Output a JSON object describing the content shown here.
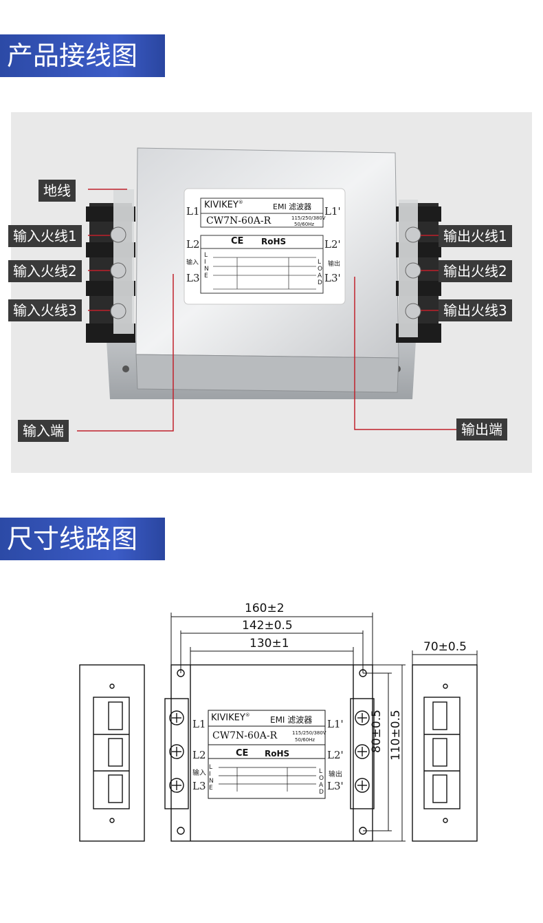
{
  "sections": {
    "wiring_title": "产品接线图",
    "dimension_title": "尺寸线路图"
  },
  "callouts": {
    "ground": "地线",
    "in1": "输入火线1",
    "in2": "输入火线2",
    "in3": "输入火线3",
    "out1": "输出火线1",
    "out2": "输出火线2",
    "out3": "输出火线3",
    "input_side": "输入端",
    "output_side": "输出端"
  },
  "label": {
    "brand": "KIVIKEY",
    "brand_mark": "®",
    "product": "EMI 滤波器",
    "model": "CW7N-60A-R",
    "rating_v": "115/250/380V",
    "rating_hz": "50/60Hz",
    "ce": "CE",
    "rohs": "RoHS",
    "l1": "L1",
    "l2": "L2",
    "l3": "L3",
    "l1p": "L1'",
    "l2p": "L2'",
    "l3p": "L3'",
    "in_cn": "输入",
    "out_cn": "输出",
    "line_letters": "L I N E",
    "load_letters": "L O A D"
  },
  "dimensions": {
    "overall": "160±2",
    "mount": "142±0.5",
    "body": "130±1",
    "depth": "70±0.5",
    "height_inner": "80±0.5",
    "height_outer": "110±0.5"
  },
  "colors": {
    "header_blue": "#3554b8",
    "callout_bg": "#3a3a3a",
    "leader_red": "#c0202a"
  }
}
